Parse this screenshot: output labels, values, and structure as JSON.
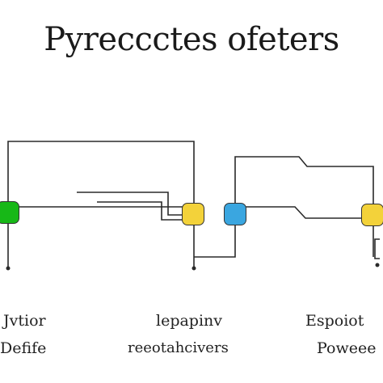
{
  "title": "Pyreccctes ofeters",
  "colors": {
    "green": "#17b817",
    "yellow": "#f3d23a",
    "blue": "#3aa6e0",
    "wire": "#2a2a2a"
  },
  "nodes": [
    {
      "id": "node-green",
      "color": "#17b817"
    },
    {
      "id": "node-yellow",
      "color": "#f3d23a"
    },
    {
      "id": "node-blue",
      "color": "#3aa6e0"
    },
    {
      "id": "node-yellow-right",
      "color": "#f3d23a"
    }
  ],
  "labels": {
    "left": {
      "line1": "Jvtior",
      "line2": "Defife"
    },
    "middle": {
      "line1": "lepapinv",
      "line2": "reeotahcivers"
    },
    "right": {
      "line1": "Espoiot",
      "line2": "Poweee"
    }
  }
}
